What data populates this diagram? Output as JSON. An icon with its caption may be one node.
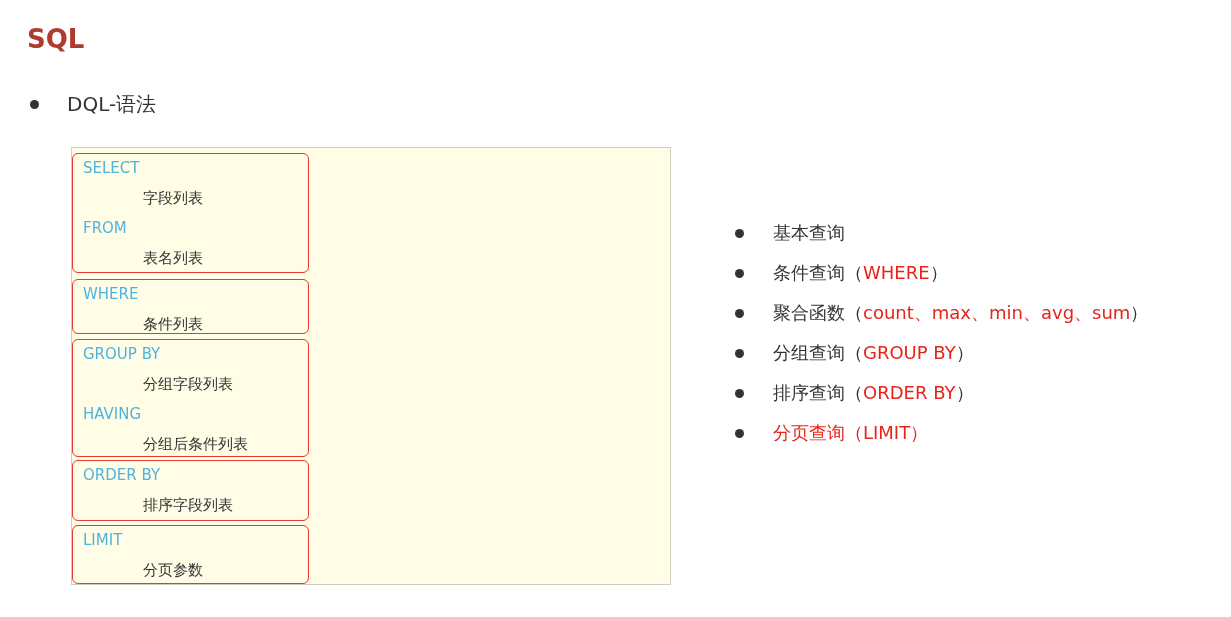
{
  "diagram": {
    "title": "SQL",
    "nodes": [
      {
        "text": [],
        "shape": "box"
      },
      {
        "text": [
          "SELECT",
          "字段列表",
          "FROM",
          "表名列表"
        ],
        "in": 0
      },
      {
        "text": [
          "WHERE",
          "条件列表"
        ],
        "in": 0
      },
      {
        "text": [
          "GROUP BY",
          "分组字段列表",
          "HAVING",
          "分组后条件列表"
        ],
        "in": 0
      },
      {
        "text": [
          "ORDER BY",
          "排序字段列表"
        ],
        "in": 0
      },
      {
        "text": [
          "LIMIT",
          "分页参数"
        ],
        "in": 0
      }
    ],
    "labels": [
      "DQL-语法",
      "基本查询",
      "条件查询（",
      "WHERE",
      "）",
      "聚合函数（",
      "count、max、min、avg、sum",
      "）",
      "分组查询（",
      "GROUP BY",
      "）",
      "排序查询（",
      "ORDER BY",
      "）",
      "分页查询（LIMIT）"
    ]
  }
}
